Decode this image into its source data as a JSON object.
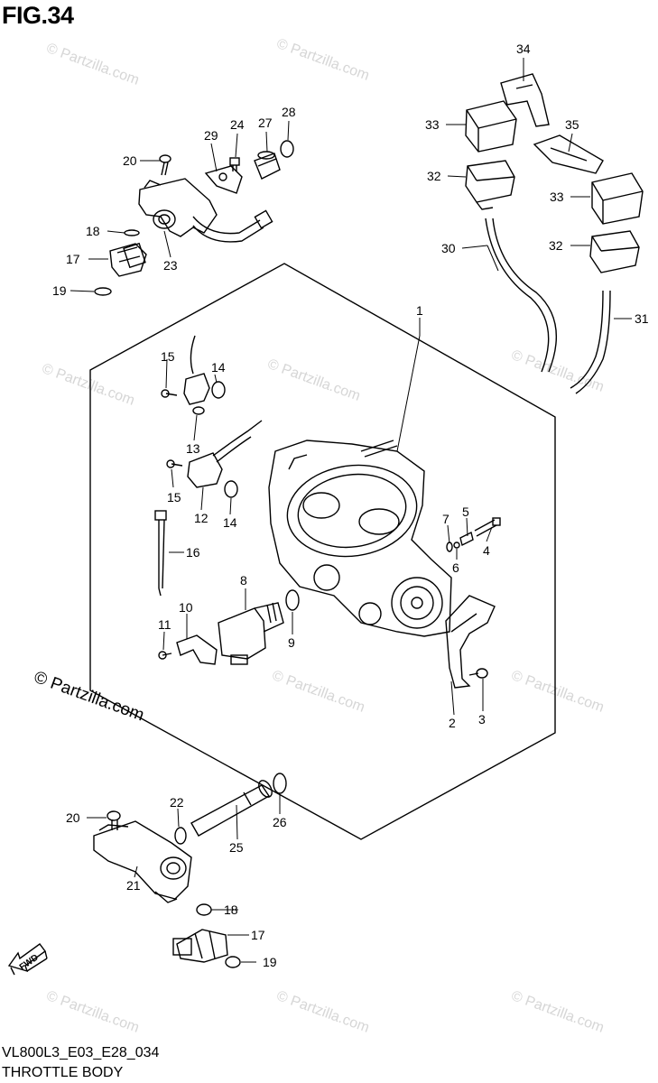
{
  "figure_label": "FIG.34",
  "drawing_code": "VL800L3_E03_E28_034",
  "drawing_title": "THROTTLE BODY",
  "copyright": "© Partzilla.com",
  "watermark": "© Partzilla.com",
  "direction_arrow": "FWD",
  "callouts": [
    "1",
    "2",
    "3",
    "4",
    "5",
    "6",
    "7",
    "8",
    "9",
    "10",
    "11",
    "12",
    "13",
    "14",
    "15",
    "15",
    "14",
    "16",
    "17",
    "17",
    "18",
    "18",
    "19",
    "19",
    "20",
    "20",
    "21",
    "22",
    "23",
    "24",
    "25",
    "26",
    "27",
    "28",
    "29",
    "30",
    "31",
    "32",
    "32",
    "33",
    "33",
    "34",
    "35"
  ]
}
